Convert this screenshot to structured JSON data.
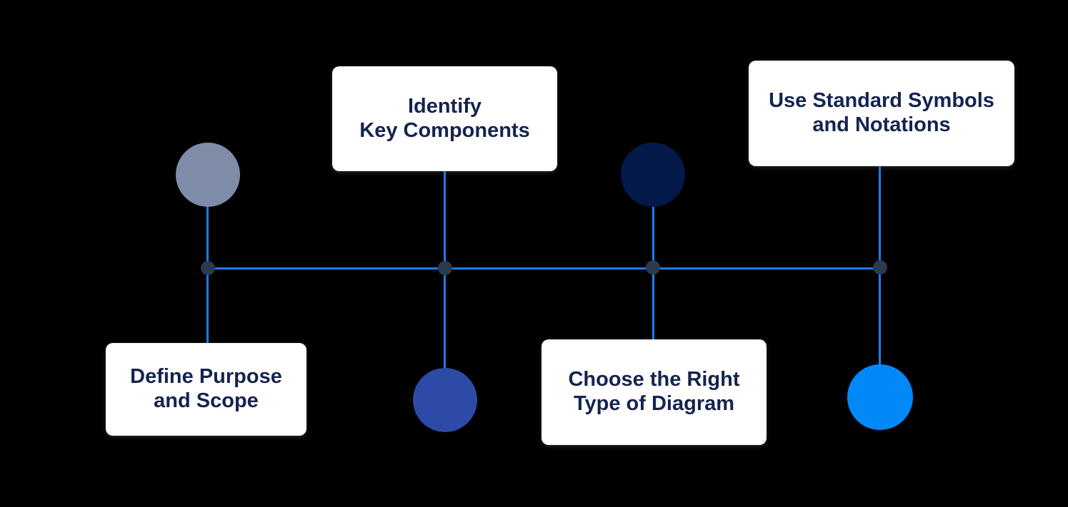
{
  "diagram": {
    "background_color": "#000000",
    "connector_color": "#1B7DF1",
    "node_dot_color": "#2B3A4F",
    "card_background_color": "#FFFFFF",
    "card_text_color": "#15234E",
    "steps": [
      {
        "label_lines": [
          "Define Purpose",
          "and Scope"
        ],
        "circle_color": "#7F8CA7",
        "circle_position": "above-line",
        "card_position": "below-line"
      },
      {
        "label_lines": [
          "Identify",
          "Key Components"
        ],
        "circle_color": "#2D4AA6",
        "circle_position": "below-line",
        "card_position": "above-line"
      },
      {
        "label_lines": [
          "Choose the Right",
          "Type of Diagram"
        ],
        "circle_color": "#03194A",
        "circle_position": "above-line",
        "card_position": "below-line"
      },
      {
        "label_lines": [
          "Use Standard Symbols",
          "and Notations"
        ],
        "circle_color": "#0289F8",
        "circle_position": "below-line",
        "card_position": "above-line"
      }
    ]
  }
}
